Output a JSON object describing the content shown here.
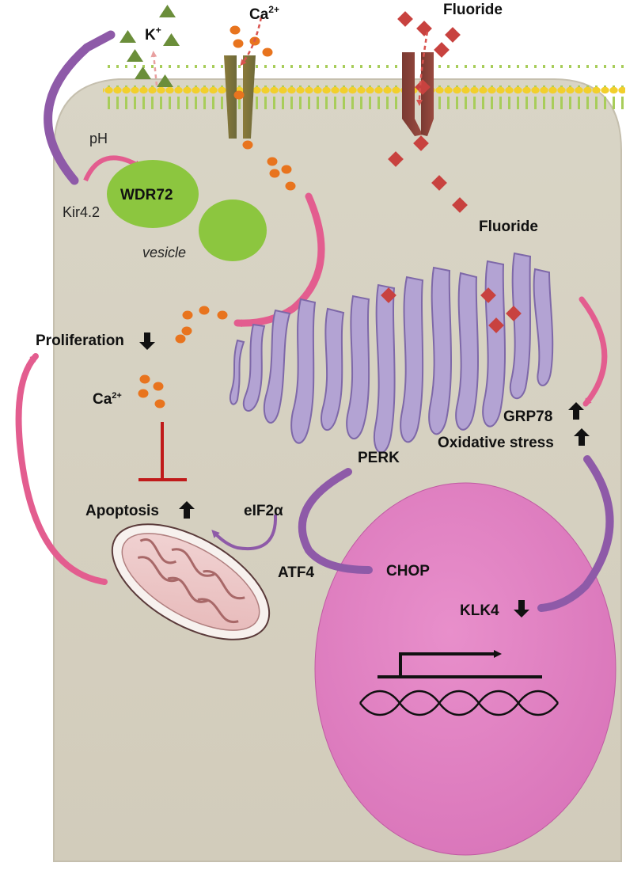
{
  "labels": {
    "k_ion": "K",
    "k_sup": "+",
    "ca_top": "Ca",
    "ca_top_sup": "2+",
    "fluoride_top": "Fluoride",
    "ph": "pH",
    "kir": "Kir4.2",
    "wdr72": "WDR72",
    "vesicle": "vesicle",
    "fluoride_mid": "Fluoride",
    "proliferation": "Proliferation",
    "ca_mid": "Ca",
    "ca_mid_sup": "2+",
    "grp78": "GRP78",
    "oxidative": "Oxidative stress",
    "perk": "PERK",
    "apoptosis": "Apoptosis",
    "eif2a": "eIF2α",
    "atf4": "ATF4",
    "chop": "CHOP",
    "klk4": "KLK4"
  },
  "colors": {
    "cell": "#d6d1c1",
    "membrane_head": "#f2cf2c",
    "membrane_tail": "#a8cd5a",
    "potassium": "#6b8e3a",
    "calcium": "#e8741e",
    "fluoride": "#c8423f",
    "wdr72": "#8cc63f",
    "er": "#b3a3d3",
    "nucleus": "#e385c4",
    "pink_arrow": "#e35d8f",
    "purple_arrow": "#8e5aa8",
    "inhibition": "#c01a1a"
  },
  "regulation": {
    "proliferation": "down-arrow-icon",
    "apoptosis": "up-arrow-icon",
    "grp78": "up-arrow-icon",
    "oxidative": "up-arrow-icon",
    "klk4": "down-arrow-icon"
  }
}
